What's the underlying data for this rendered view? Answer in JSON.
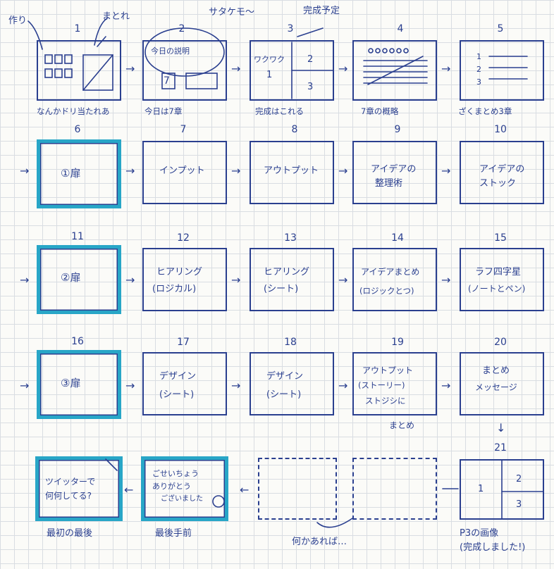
{
  "labels": {
    "tsukuri": "作り",
    "mekure": "まとれ",
    "omake": "サタケモ〜",
    "kansei_yotei": "完成予定",
    "nanika": "何かあれば…",
    "final_1": "最初の最後",
    "final_2": "最後手前"
  },
  "panels": [
    {
      "num": "1",
      "caption": "なんかドリ当たれあ",
      "lines": []
    },
    {
      "num": "2",
      "caption": "今日は7章",
      "lines": [
        "今日の説明",
        "7"
      ]
    },
    {
      "num": "3",
      "caption": "完成はこれる",
      "lines": [
        "ワクワク",
        "1",
        "2",
        "3"
      ]
    },
    {
      "num": "4",
      "caption": "7章の概略",
      "lines": []
    },
    {
      "num": "5",
      "caption": "ざくまとめ3章",
      "lines": [
        "1",
        "2",
        "3"
      ]
    },
    {
      "num": "6",
      "caption": "",
      "lines": [
        "①扉"
      ]
    },
    {
      "num": "7",
      "caption": "",
      "lines": [
        "インプット"
      ]
    },
    {
      "num": "8",
      "caption": "",
      "lines": [
        "アウトプット"
      ]
    },
    {
      "num": "9",
      "caption": "",
      "lines": [
        "アイデアの",
        "整理術"
      ]
    },
    {
      "num": "10",
      "caption": "",
      "lines": [
        "アイデアの",
        "ストック"
      ]
    },
    {
      "num": "11",
      "caption": "",
      "lines": [
        "②扉"
      ]
    },
    {
      "num": "12",
      "caption": "",
      "lines": [
        "ヒアリング",
        "(ロジカル)"
      ]
    },
    {
      "num": "13",
      "caption": "",
      "lines": [
        "ヒアリング",
        "(シート)"
      ]
    },
    {
      "num": "14",
      "caption": "",
      "lines": [
        "アイデアまとめ",
        "(ロジックとつ)"
      ]
    },
    {
      "num": "15",
      "caption": "",
      "lines": [
        "ラフ四字星",
        "(ノートとペン)"
      ]
    },
    {
      "num": "16",
      "caption": "",
      "lines": [
        "③扉"
      ]
    },
    {
      "num": "17",
      "caption": "",
      "lines": [
        "デザイン",
        "(シート)"
      ]
    },
    {
      "num": "18",
      "caption": "",
      "lines": [
        "デザイン",
        "(シート)"
      ]
    },
    {
      "num": "19",
      "caption": "",
      "lines": [
        "アウトプット",
        "(ストーリー)",
        "ストジシに",
        "まとめ"
      ]
    },
    {
      "num": "20",
      "caption": "",
      "lines": [
        "まとめ",
        "メッセージ"
      ]
    },
    {
      "num": "21",
      "caption": "P3の画像",
      "lines": [
        "1",
        "2",
        "3"
      ],
      "caption2": "(完成しました!)"
    },
    {
      "num": "",
      "caption": "",
      "lines": [
        "ごせいちょう",
        "ありがとう",
        "ございました"
      ]
    },
    {
      "num": "",
      "caption": "",
      "lines": [
        "ツイッターで",
        "何何してる?"
      ]
    }
  ]
}
